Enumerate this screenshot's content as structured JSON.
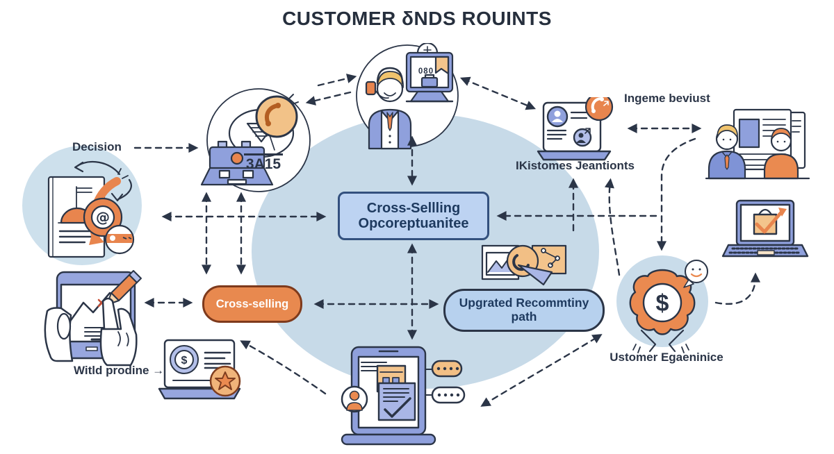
{
  "title": "CUSTOMER δNDS ROUINTS",
  "labels": {
    "decision": "Decision",
    "ingeme_beviust": "Ingeme beviust",
    "ikistomes_jeantionts": "IKistomes Jeantionts",
    "ustomer_egaeninice": "Ustomer Egaeninice",
    "witld_prodine": "Witld prodine →",
    "phone_code": "3A15",
    "monitor_code": "080"
  },
  "nodes": {
    "center_box_line1": "Cross-Sellling",
    "center_box_line2": "Opcoreptuanitee",
    "cross_selling_pill": "Cross-selling",
    "upgrated_pill_line1": "Upgrated Recommtiny",
    "upgrated_pill_line2": "path"
  },
  "icons": {
    "at_symbol": "@",
    "dollar_sign": "$"
  },
  "colors": {
    "background": "#ffffff",
    "bubble_blue": "#c7dae8",
    "outline_navy": "#2b3547",
    "center_box_fill": "#bdd3f2",
    "center_box_border": "#33507e",
    "orange_pill_fill": "#e8894f",
    "blue_pill_fill": "#b7d1ee",
    "icon_periwinkle": "#8fa0dc",
    "icon_periwinkle_light": "#b3bfe9",
    "icon_orange": "#ea8a50",
    "icon_orange_light": "#f2c288"
  }
}
